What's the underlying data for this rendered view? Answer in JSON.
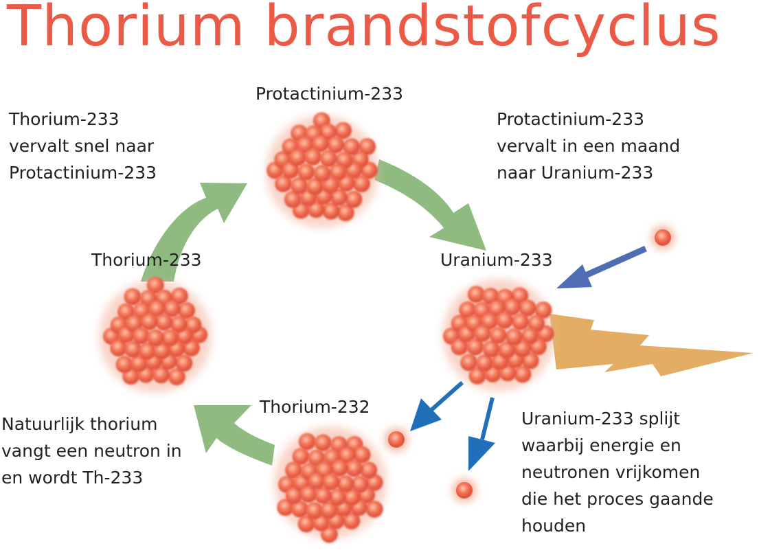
{
  "title": "Thorium brandstofcyclus",
  "nodes": {
    "protactinium": {
      "label": "Protactinium-233"
    },
    "thorium233": {
      "label": "Thorium-233"
    },
    "uranium": {
      "label": "Uranium-233"
    },
    "thorium232": {
      "label": "Thorium-232"
    }
  },
  "descriptions": {
    "thorium233_decay": [
      "Thorium-233",
      "vervalt snel naar",
      "Protactinium-233"
    ],
    "protactinium_decay": [
      "Protactinium-233",
      "vervalt in een maand",
      "naar Uranium-233"
    ],
    "capture": [
      "Natuurlijk thorium",
      "vangt een neutron in",
      "en wordt Th-233"
    ],
    "fission": [
      "Uranium-233 splijt",
      "waarbij energie en",
      "neutronen vrijkomen",
      "die het proces gaande",
      "houden"
    ]
  },
  "colors": {
    "title": "#ea5a46",
    "cycle_arrow": "#8fbb80",
    "incoming_neutron_arrow": "#4f6db3",
    "released_neutron_arrow": "#1f6fba",
    "energy_bolt": "#e3ad63",
    "nucleon": "#ee6a52"
  }
}
